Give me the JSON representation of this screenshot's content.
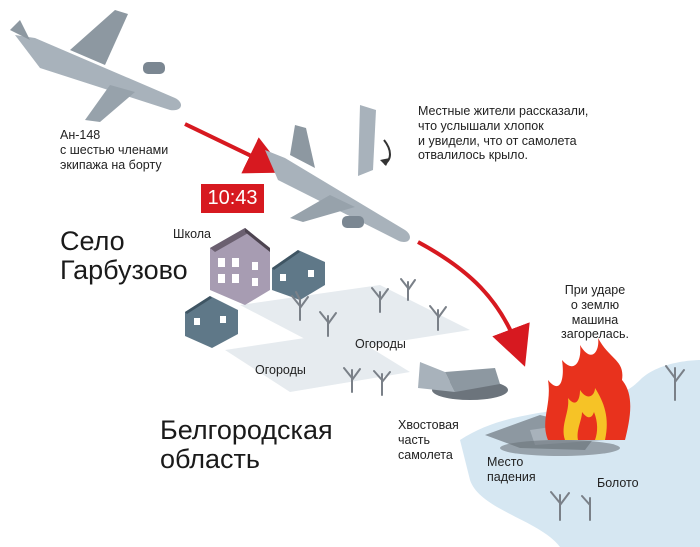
{
  "labels": {
    "aircraft": "Ан-148\nс шестью членами\nэкипажа на борту",
    "time": "10:43",
    "witnesses": "Местные жители рассказали,\nчто услышали хлопок\nи увидели, что от самолета\nотвалилось крыло.",
    "school": "Школа",
    "village": "Село\nГарбузово",
    "gardens_1": "Огороды",
    "gardens_2": "Огороды",
    "region": "Белгородская\nобласть",
    "tail": "Хвостовая\nчасть\nсамолета",
    "impact": "При ударе\nо землю\nмашина\nзагорелась.",
    "crash_site": "Место\nпадения",
    "swamp": "Болото"
  },
  "colors": {
    "trajectory": "#d71920",
    "aircraft": "#a8b2bb",
    "house_school": "#a79cb2",
    "house_blue": "#5f7888",
    "ground": "#e6ebef",
    "swamp": "#d6e7f2",
    "fire": "#e8321d",
    "flame_inner": "#f6c326"
  }
}
